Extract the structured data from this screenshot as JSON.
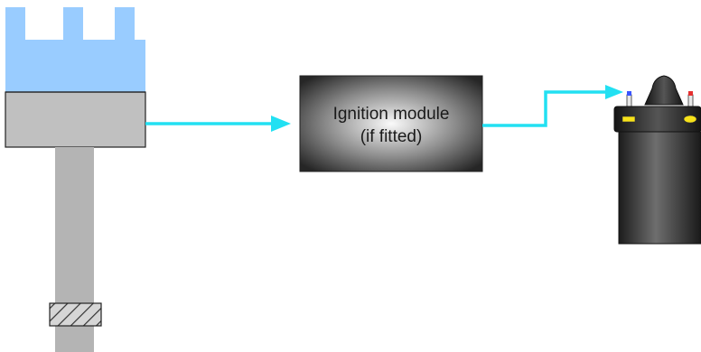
{
  "module": {
    "line1": "Ignition module",
    "line2": "(if fitted)"
  },
  "colors": {
    "wire": "#22e0f2",
    "cap": "#99ccff",
    "housing": "#c0c0c0",
    "shaft": "#b4b4b4",
    "outline": "#222222",
    "coil_body": "#3a3a3a",
    "coil_terminal_highlight": "#f7e21a"
  },
  "icons": {
    "distributor": "distributor-icon",
    "ignition_module": "module-box",
    "ignition_coil": "ignition-coil-icon"
  }
}
